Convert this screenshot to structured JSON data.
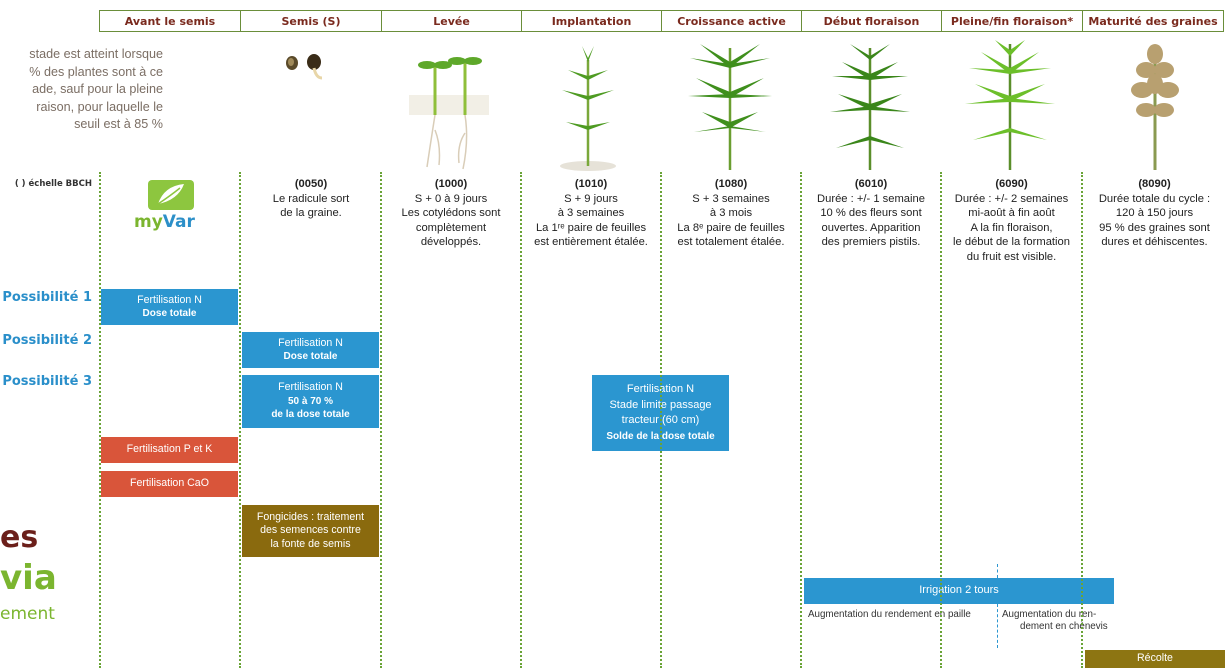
{
  "colors": {
    "header_text": "#7a2a1e",
    "header_border": "#6a8e3a",
    "blue": "#2b96d0",
    "red": "#d9553a",
    "brown": "#8a6a0e",
    "dotted_line": "#6aa437"
  },
  "headers": [
    "Avant le semis",
    "Semis (S)",
    "Levée",
    "Implantation",
    "Croissance active",
    "Début floraison",
    "Pleine/fin floraison*",
    "Maturité des graines"
  ],
  "intro_lines": [
    "stade est atteint lorsque",
    "% des plantes sont à ce",
    "ade, sauf pour la pleine",
    "raison, pour laquelle le",
    "seuil est à 85 %"
  ],
  "bbch_note": "( ) échelle BBCH",
  "logo": {
    "left": "my",
    "right": "Var"
  },
  "stages": [
    {
      "code": "(0050)",
      "lines": [
        "Le radicule sort",
        "de la graine."
      ]
    },
    {
      "code": "(1000)",
      "lines": [
        "S + 0 à 9 jours",
        "Les cotylédons sont",
        "complètement",
        "développés."
      ]
    },
    {
      "code": "(1010)",
      "lines": [
        "S + 9 jours",
        "à 3 semaines",
        "La 1ʳᵉ paire de feuilles",
        "est entièrement étalée."
      ]
    },
    {
      "code": "(1080)",
      "lines": [
        "S + 3 semaines",
        "à 3 mois",
        "La 8ᵉ paire de feuilles",
        "est totalement étalée."
      ]
    },
    {
      "code": "(6010)",
      "lines": [
        "Durée : +/- 1 semaine",
        "10 % des fleurs sont",
        "ouvertes. Apparition",
        "des premiers pistils."
      ]
    },
    {
      "code": "(6090)",
      "lines": [
        "Durée : +/- 2 semaines",
        "mi-août à fin août",
        "A la fin floraison,",
        "le début de la formation",
        "du fruit est visible."
      ]
    },
    {
      "code": "(8090)",
      "lines": [
        "Durée totale du cycle :",
        "120 à 150 jours",
        "95 % des graines sont",
        "dures et déhiscentes."
      ]
    }
  ],
  "possibilities": [
    "Possibilité 1",
    "Possibilité 2",
    "Possibilité 3"
  ],
  "boxes": {
    "p1": {
      "line1": "Fertilisation N",
      "line2": "Dose totale"
    },
    "p2": {
      "line1": "Fertilisation N",
      "line2": "Dose totale"
    },
    "p3a": {
      "line1": "Fertilisation N",
      "line2": "50 à 70 %",
      "line3": "de la dose totale"
    },
    "p3b": {
      "line1": "Fertilisation N",
      "line2": "Stade limite passage",
      "line3": "tracteur (60 cm)",
      "line4": "Solde de la dose totale"
    },
    "pk": "Fertilisation P et K",
    "cao": "Fertilisation CaO",
    "fong": {
      "line1": "Fongicides : traitement",
      "line2": "des semences contre",
      "line3": "la fonte de semis"
    },
    "irrig": "Irrigation 2 tours",
    "recolte": "Récolte"
  },
  "notes": {
    "paille": "Augmentation du rendement en paille",
    "chenevis1": "Augmentation du ren-",
    "chenevis2": "dement en chènevis"
  },
  "left_logo": {
    "l1": "es",
    "l2": "via",
    "l3": "ement"
  }
}
